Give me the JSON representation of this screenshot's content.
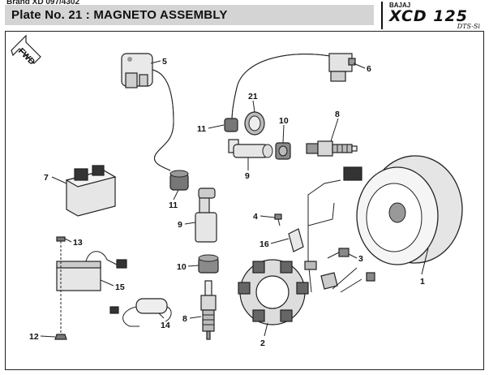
{
  "header": {
    "top_strip": "Brand XD 097/4302",
    "plate_title": "Plate No. 21  : MAGNETO ASSEMBLY",
    "brand_maker": "BAJAJ",
    "brand_model": "XCD 125",
    "brand_sub": "DTS-Si"
  },
  "fwd_label": "FWD",
  "callouts": [
    {
      "id": "1",
      "part": "flywheel-rotor"
    },
    {
      "id": "2",
      "part": "stator-coil"
    },
    {
      "id": "3",
      "part": "screw"
    },
    {
      "id": "4",
      "part": "screw"
    },
    {
      "id": "5",
      "part": "ignition-coil"
    },
    {
      "id": "6",
      "part": "clamp"
    },
    {
      "id": "7",
      "part": "cdi-unit"
    },
    {
      "id": "8",
      "part": "spark-plug"
    },
    {
      "id": "9",
      "part": "plug-cap"
    },
    {
      "id": "10",
      "part": "rubber-seal"
    },
    {
      "id": "11",
      "part": "rubber-grommet"
    },
    {
      "id": "12",
      "part": "nut"
    },
    {
      "id": "13",
      "part": "bolt"
    },
    {
      "id": "14",
      "part": "suppressor-cap"
    },
    {
      "id": "15",
      "part": "regulator-rectifier"
    },
    {
      "id": "16",
      "part": "clip"
    },
    {
      "id": "21",
      "part": "seal-cap"
    }
  ]
}
